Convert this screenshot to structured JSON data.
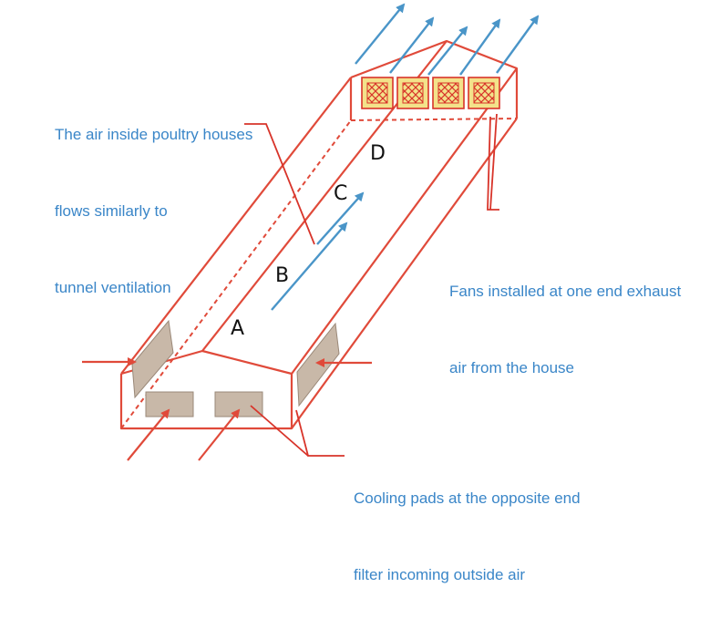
{
  "annotations": {
    "ventilation_line1": "The air inside poultry houses",
    "ventilation_line2": "flows similarly to",
    "ventilation_line3": "tunnel ventilation",
    "fans_line1": "Fans installed at one end exhaust",
    "fans_line2": "air from the house",
    "pads_line1": "Cooling pads at the opposite end",
    "pads_line2": "filter incoming outside air"
  },
  "points": {
    "a": "A",
    "b": "B",
    "c": "C",
    "d": "D"
  },
  "colors": {
    "structure": "#e04a3a",
    "airflow": "#4a95c8",
    "text": "#3a86c8",
    "pad": "#c8b8a8",
    "fan_fill": "#f3e28a",
    "fan_frame": "#d8342a",
    "leader": "#d8342a"
  },
  "icons": {
    "fan": "exhaust-fan-icon",
    "pad": "cooling-pad-icon",
    "airflow": "airflow-arrow-icon"
  }
}
